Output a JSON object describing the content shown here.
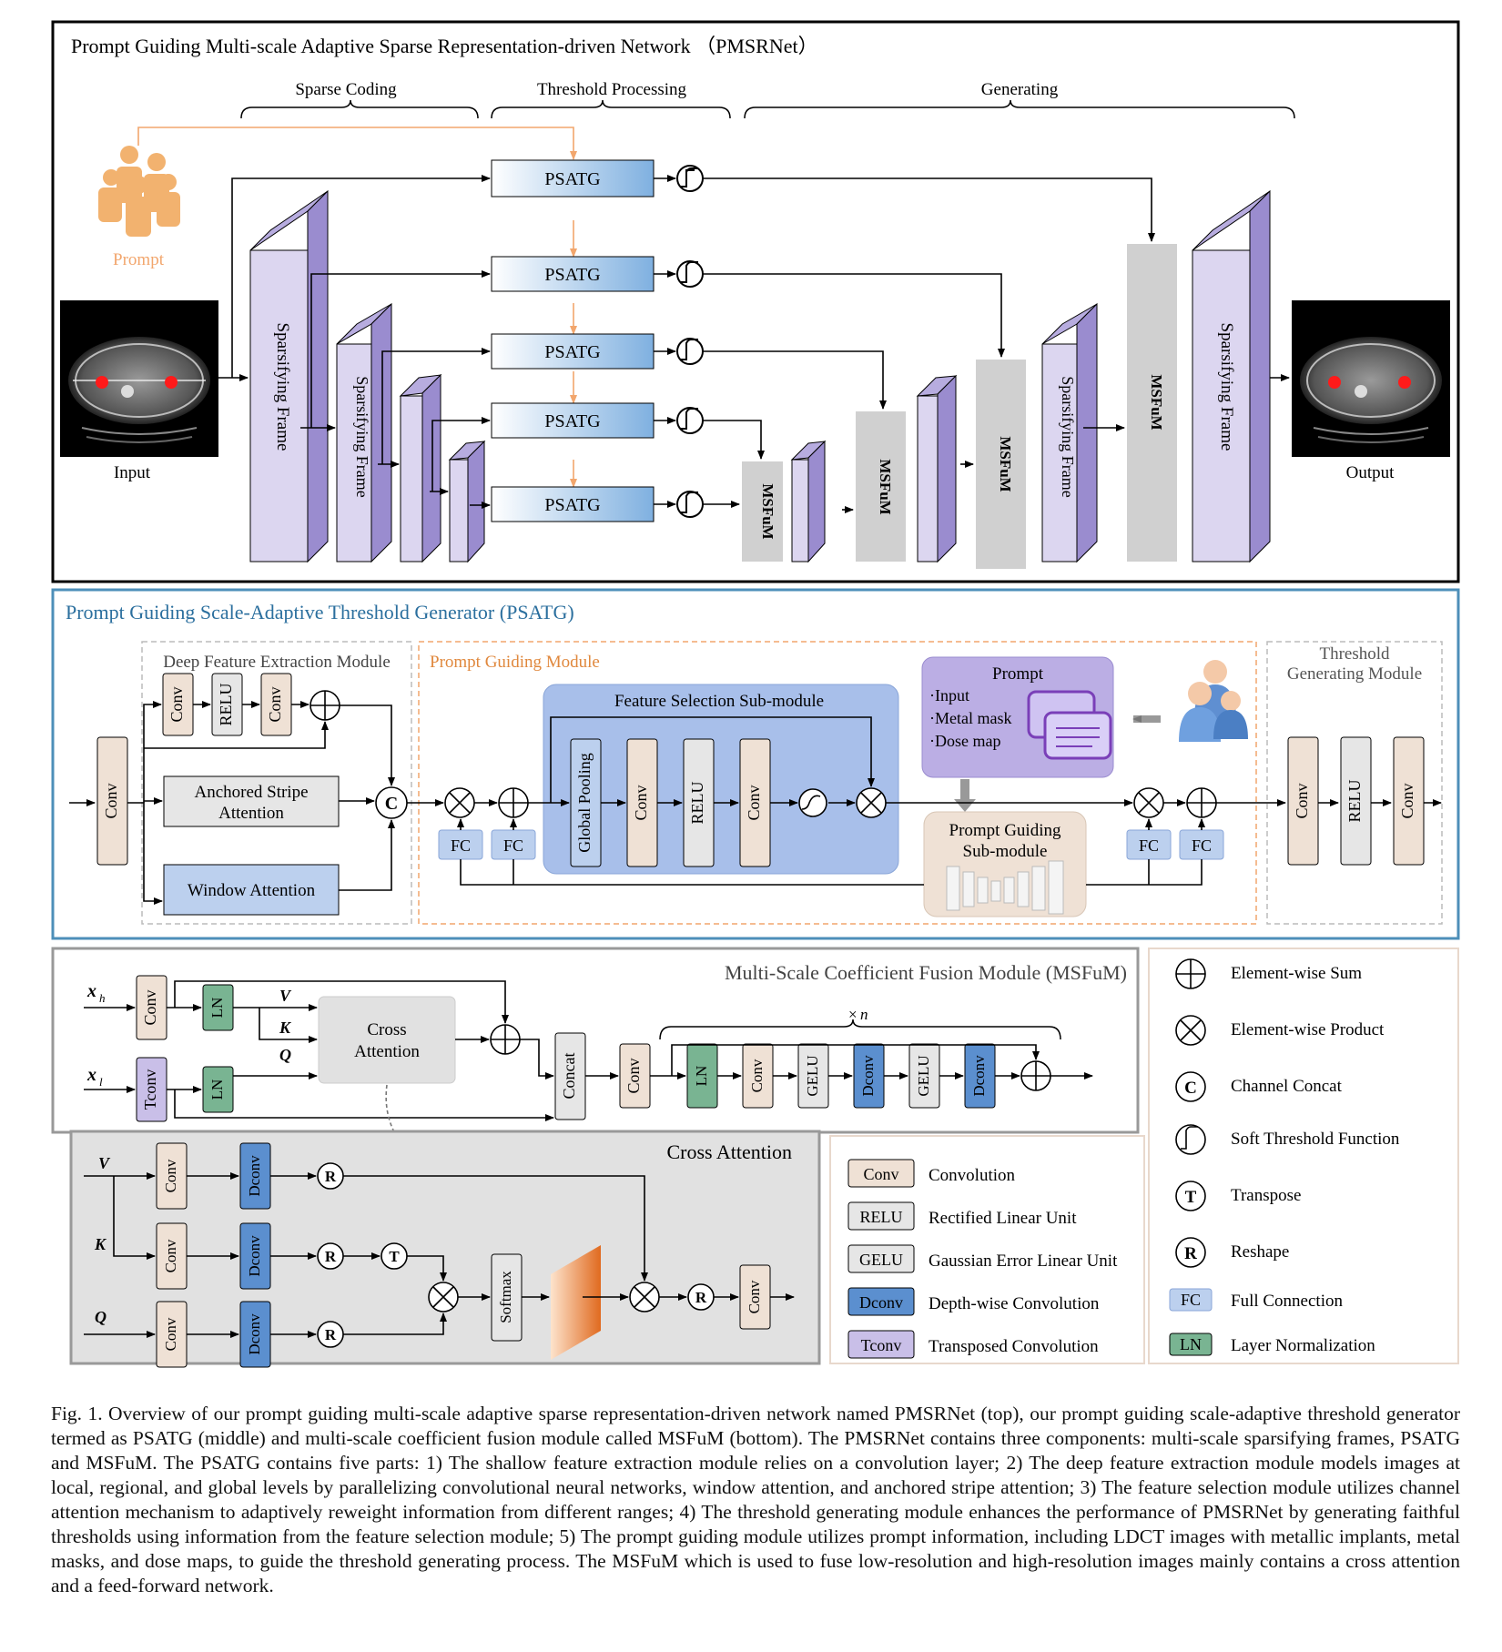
{
  "top": {
    "title": "Prompt Guiding Multi-scale Adaptive Sparse Representation-driven Network （PMSRNet）",
    "stage_labels": [
      "Sparse Coding",
      "Threshold Processing",
      "Generating"
    ],
    "prompt_label": "Prompt",
    "input_label": "Input",
    "output_label": "Output",
    "psatg_label": "PSATG",
    "sparsifying_label": "Sparsifying Frame",
    "msfum_label": "MSFuM"
  },
  "psatg": {
    "title": "Prompt Guiding  Scale-Adaptive Threshold Generator (PSATG)",
    "deep_feature_title": "Deep Feature Extraction Module",
    "prompt_module_title": "Prompt Guiding Module",
    "feature_selection_title": "Feature Selection Sub-module",
    "threshold_title_1": "Threshold",
    "threshold_title_2": "Generating Module",
    "conv": "Conv",
    "relu": "RELU",
    "fc": "FC",
    "global_pooling": "Global Pooling",
    "anchored_1": "Anchored Stripe",
    "anchored_2": "Attention",
    "window_attention": "Window Attention",
    "concat_symbol": "C",
    "prompt_box_title": "Prompt",
    "prompt_items": [
      "·Input",
      "·Metal mask",
      "·Dose map"
    ],
    "prompt_sub_1": "Prompt Guiding",
    "prompt_sub_2": "Sub-module"
  },
  "msfum": {
    "title": "Multi-Scale Coefficient Fusion Module (MSFuM)",
    "xh": "x",
    "xh_sub": "h",
    "xl": "x",
    "xl_sub": "l",
    "conv": "Conv",
    "tconv": "Tconv",
    "ln": "LN",
    "v": "V",
    "k": "K",
    "q": "Q",
    "cross_1": "Cross",
    "cross_2": "Attention",
    "concat": "Concat",
    "gelu": "GELU",
    "dconv": "Dconv",
    "times_n": "×",
    "n": "n",
    "ca_title": "Cross Attention",
    "softmax": "Softmax",
    "r": "R",
    "t": "T"
  },
  "legend": {
    "symbols": [
      "Element-wise Sum",
      "Element-wise Product",
      "Channel Concat",
      "Soft Threshold Function",
      "Transpose",
      "Reshape",
      "Full Connection",
      "Layer Normalization"
    ],
    "boxes": [
      {
        "abbr": "Conv",
        "desc": "Convolution"
      },
      {
        "abbr": "RELU",
        "desc": "Rectified Linear Unit"
      },
      {
        "abbr": "GELU",
        "desc": "Gaussian Error Linear Unit"
      },
      {
        "abbr": "Dconv",
        "desc": "Depth-wise Convolution"
      },
      {
        "abbr": "Tconv",
        "desc": "Transposed Convolution"
      }
    ],
    "fc": "FC",
    "ln": "LN",
    "c": "C",
    "t": "T",
    "r": "R"
  },
  "caption": "Fig. 1.  Overview of our prompt guiding multi-scale adaptive sparse representation-driven network named PMSRNet (top), our prompt guiding scale-adaptive threshold generator termed as PSATG (middle) and multi-scale coefficient fusion module called MSFuM (bottom). The PMSRNet contains three components: multi-scale sparsifying frames, PSATG and MSFuM. The PSATG contains five parts: 1) The shallow feature extraction module relies on a convolution layer; 2) The deep feature extraction module models images at local, regional, and global levels by parallelizing convolutional neural networks, window attention, and anchored stripe attention; 3) The feature selection module utilizes channel attention mechanism to adaptively reweight information from different ranges; 4) The threshold generating module enhances the performance of PMSRNet by generating faithful thresholds using information from the feature selection module; 5) The prompt guiding module utilizes prompt information, including LDCT images with metallic implants, metal masks, and dose maps, to guide the threshold generating process. The MSFuM which is used to fuse low-resolution and high-resolution images mainly contains a cross attention and a feed-forward network.",
  "colors": {
    "conv": "#efe1d5",
    "relu": "#e6e6e6",
    "dconv": "#5b8fcf",
    "tconv": "#c9bfe8",
    "ln": "#79b492",
    "fc": "#bcd0ee",
    "psatg_border": "#4d8fb9",
    "prompt_orange": "#f2a66d",
    "frame_face": "#dcd6f0",
    "frame_side": "#9a8ccf",
    "msfum_gray": "#d0d0d0"
  }
}
